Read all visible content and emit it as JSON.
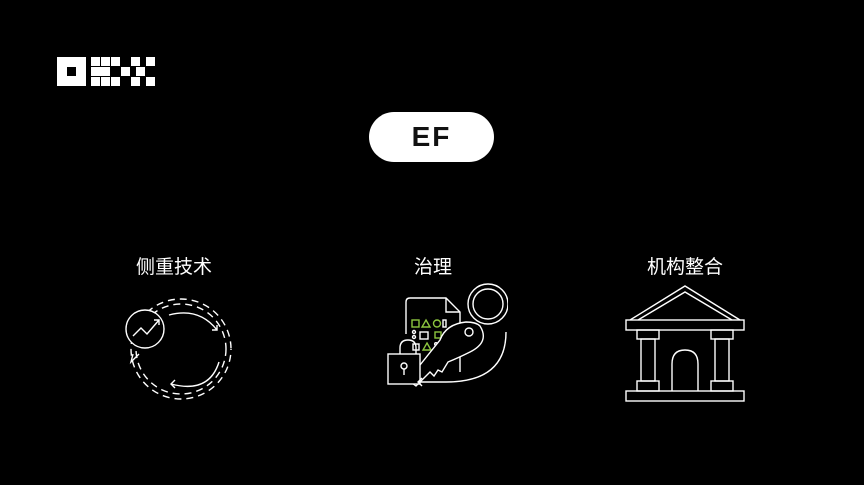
{
  "brand": {
    "logo_text": "OKX",
    "logo_icon": "okx-logo-icon"
  },
  "header": {
    "badge_label": "EF"
  },
  "features": [
    {
      "label": "侧重技术",
      "icon": "gear-chart-cycle-icon"
    },
    {
      "label": "治理",
      "icon": "document-key-lock-icon"
    },
    {
      "label": "机构整合",
      "icon": "institution-building-icon"
    }
  ],
  "colors": {
    "background": "#000000",
    "foreground": "#ffffff",
    "accent_green": "#8dc63f"
  }
}
